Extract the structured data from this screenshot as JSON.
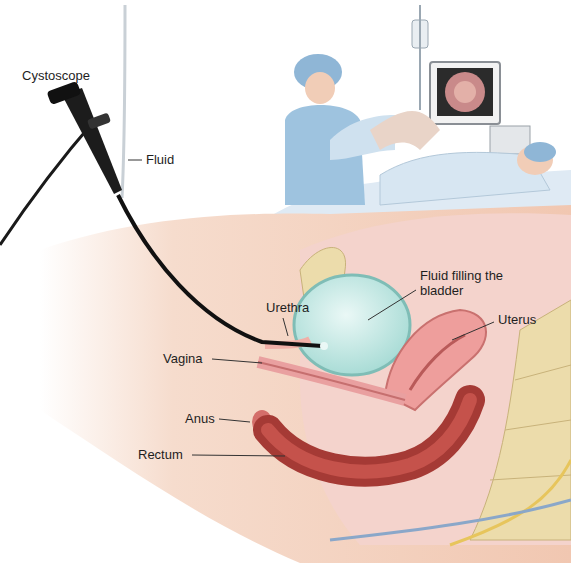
{
  "diagram": {
    "labels": [
      "Cystoscope",
      "Fluid",
      "Urethra",
      "Fluid filling the bladder",
      "Uterus",
      "Vagina",
      "Anus",
      "Rectum"
    ]
  }
}
